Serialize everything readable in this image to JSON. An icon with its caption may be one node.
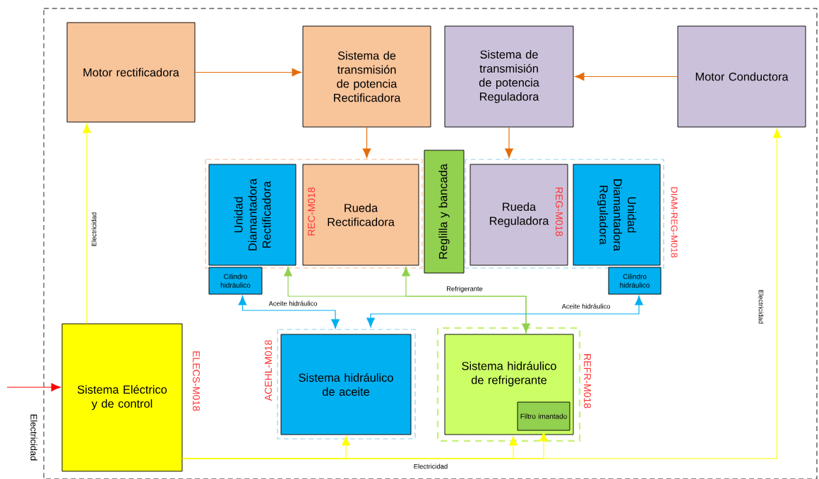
{
  "diagram": {
    "nodes": [
      {
        "text": [
          "Motor rectificadora"
        ]
      },
      {
        "text": [
          "Sistema de transmisión de potencia Rectificadora"
        ]
      },
      {
        "text": [
          "Sistema de transmisión de potencia Reguladora"
        ]
      },
      {
        "text": [
          "Motor Conductora"
        ]
      },
      {
        "text": [
          "Unidad Diamantadora Rectificadora"
        ]
      },
      {
        "text": [
          "Rueda Rectificadora",
          "REC-M018"
        ]
      },
      {
        "text": [
          "Reglilla y bancada"
        ]
      },
      {
        "text": [
          "Rueda Reguladora",
          "REG-M018"
        ]
      },
      {
        "text": [
          "Unidad Diamantadora Reguladora"
        ]
      },
      {
        "text": [
          "Cilindro hidráulico"
        ]
      },
      {
        "text": [
          "Cilindro hidráulico"
        ]
      },
      {
        "text": [
          "Sistema Eléctrico y de control"
        ],
        "beside": [
          "ELECS-M018"
        ]
      },
      {
        "text": [
          "Sistema hidráulico de aceite"
        ],
        "beside": [
          "ACEHL-M018"
        ]
      },
      {
        "text": [
          "Sistema hidráulico de refrigerante"
        ],
        "beside": [
          "REFR-M018"
        ]
      },
      {
        "text": [
          "Filtro imantado"
        ],
        "in": 13
      }
    ],
    "edges": [
      {
        "from": 0,
        "to": 1,
        "arrow": "to",
        "color": "#e46c0a"
      },
      {
        "from": 3,
        "to": 2,
        "arrow": "to",
        "color": "#e46c0a"
      },
      {
        "from": 1,
        "to": 5,
        "arrow": "to",
        "color": "#e46c0a"
      },
      {
        "from": 2,
        "to": 7,
        "arrow": "to",
        "color": "#e46c0a"
      },
      {
        "from": null,
        "to": 11,
        "arrow": "to",
        "color": "#ff0000"
      },
      {
        "from": 11,
        "to": 0,
        "arrow": "to",
        "label": "Electricidad"
      },
      {
        "from": 11,
        "to": 3,
        "arrow": "to",
        "label": "Electricidad"
      },
      {
        "from": 11,
        "to": 12,
        "arrow": "to"
      },
      {
        "from": 11,
        "to": 13,
        "arrow": "to"
      },
      {
        "from": 11,
        "to": 14,
        "arrow": "to"
      },
      {
        "from": 4,
        "to": 13,
        "arrow": "both",
        "color": "#92d050"
      },
      {
        "from": 13,
        "to": 5,
        "arrow": "to",
        "color": "#92d050",
        "label": "Refrigerante"
      },
      {
        "from": 9,
        "to": 12,
        "arrow": "both",
        "color": "#00b0f0",
        "label": "Aceite hidráulico"
      },
      {
        "from": 10,
        "to": 12,
        "arrow": "both",
        "color": "#00b0f0",
        "label": "Aceite hidráulico"
      }
    ],
    "labels": [
      "DIAM-REG-M018",
      "Electricidad",
      "Electricidad"
    ]
  }
}
